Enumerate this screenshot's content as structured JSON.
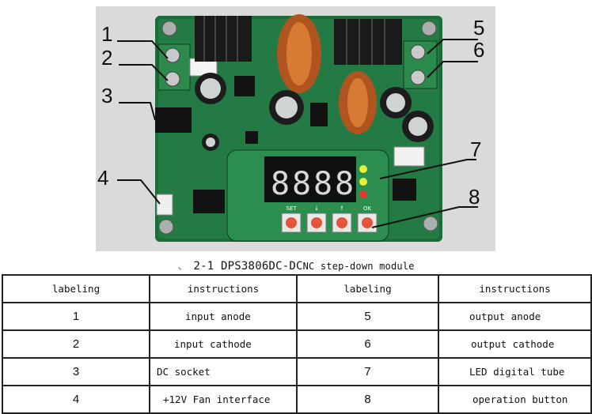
{
  "callouts": [
    "1",
    "2",
    "3",
    "4",
    "5",
    "6",
    "7",
    "8"
  ],
  "display": {
    "digits": "8888",
    "buttons": [
      "SET",
      "↓",
      "↑",
      "OK"
    ]
  },
  "caption": {
    "mark": "、",
    "prefix": "2-1 DPS3806DC-DC",
    "suffix": "NC step-down module"
  },
  "table": {
    "headers": [
      "labeling",
      "instructions",
      "labeling",
      "instructions"
    ],
    "rows": [
      {
        "num_left": "1",
        "instr_left": "input anode",
        "num_right": "5",
        "instr_right": "output anode"
      },
      {
        "num_left": "2",
        "instr_left": "input  cathode",
        "num_right": "6",
        "instr_right": "output cathode"
      },
      {
        "num_left": "3",
        "instr_left": "DC  socket",
        "num_right": "7",
        "instr_right": "LED digital tube"
      },
      {
        "num_left": "4",
        "instr_left": "+12V Fan interface",
        "num_right": "8",
        "instr_right": "operation button"
      }
    ]
  }
}
